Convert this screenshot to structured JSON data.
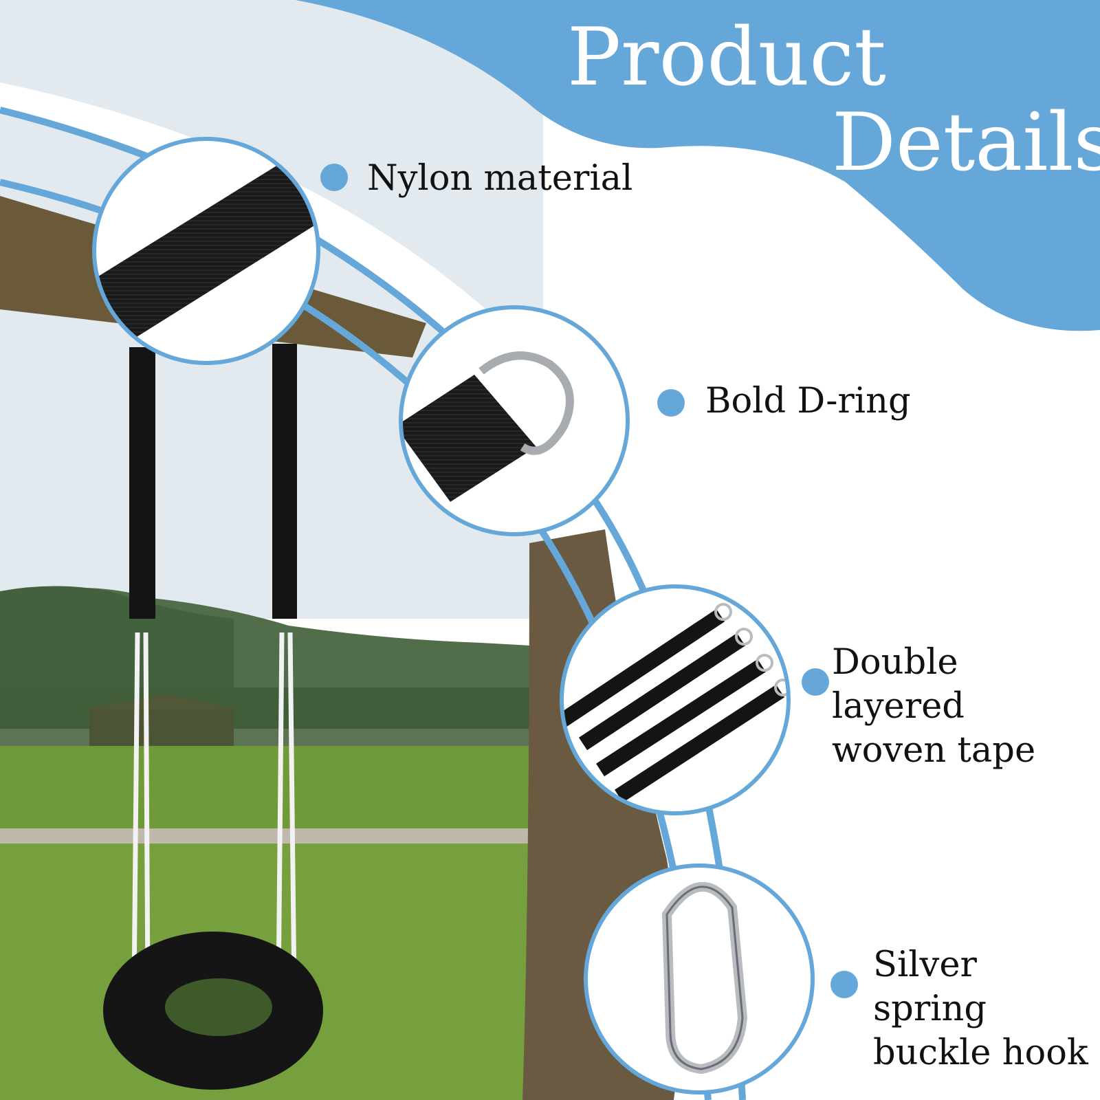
{
  "title": {
    "line1": "Product",
    "line2": "Details"
  },
  "features": [
    {
      "label": "Nylon material",
      "icon": "nylon-strap-detail"
    },
    {
      "label": "Bold D-ring",
      "icon": "d-ring-detail"
    },
    {
      "label": "Double layered\nwoven tape",
      "icon": "straps-set-detail"
    },
    {
      "label": "Silver spring\nbuckle hook",
      "icon": "carabiner-detail"
    }
  ],
  "colors": {
    "accent": "#65a7d8",
    "strap": "#141414",
    "wood": "#6b5a3a",
    "grass": "#6f9a3a",
    "sky": "#dde6ee",
    "hills": "#4e6a48",
    "metal": "#b8bcc0"
  }
}
